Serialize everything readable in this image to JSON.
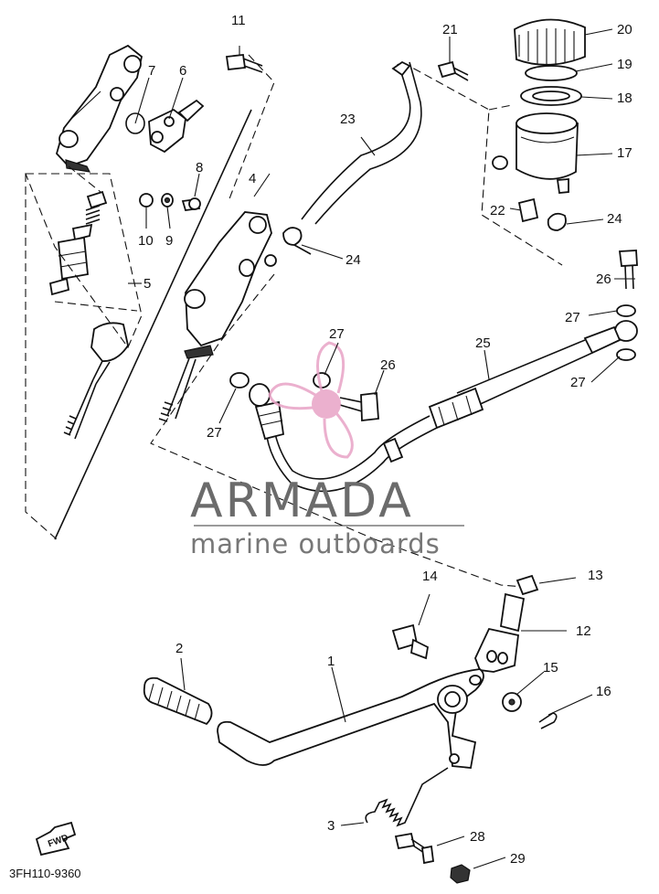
{
  "labels": {
    "p1": "1",
    "p2": "2",
    "p3": "3",
    "p4": "4",
    "p5": "5",
    "p6": "6",
    "p7": "7",
    "p8": "8",
    "p9": "9",
    "p10": "10",
    "p11": "11",
    "p12": "12",
    "p13": "13",
    "p14": "14",
    "p15": "15",
    "p16": "16",
    "p17": "17",
    "p18": "18",
    "p19": "19",
    "p20": "20",
    "p21": "21",
    "p22": "22",
    "p23": "23",
    "p24a": "24",
    "p24b": "24",
    "p25": "25",
    "p26a": "26",
    "p26b": "26",
    "p27a": "27",
    "p27b": "27",
    "p27c": "27",
    "p27d": "27",
    "p28": "28",
    "p29": "29"
  },
  "watermark": {
    "title": "ARMADA",
    "subtitle": "marine outboards",
    "accent_color": "#e8a3c6"
  },
  "diagram_code": "3FH110-9360",
  "fwd_label": "FWD"
}
